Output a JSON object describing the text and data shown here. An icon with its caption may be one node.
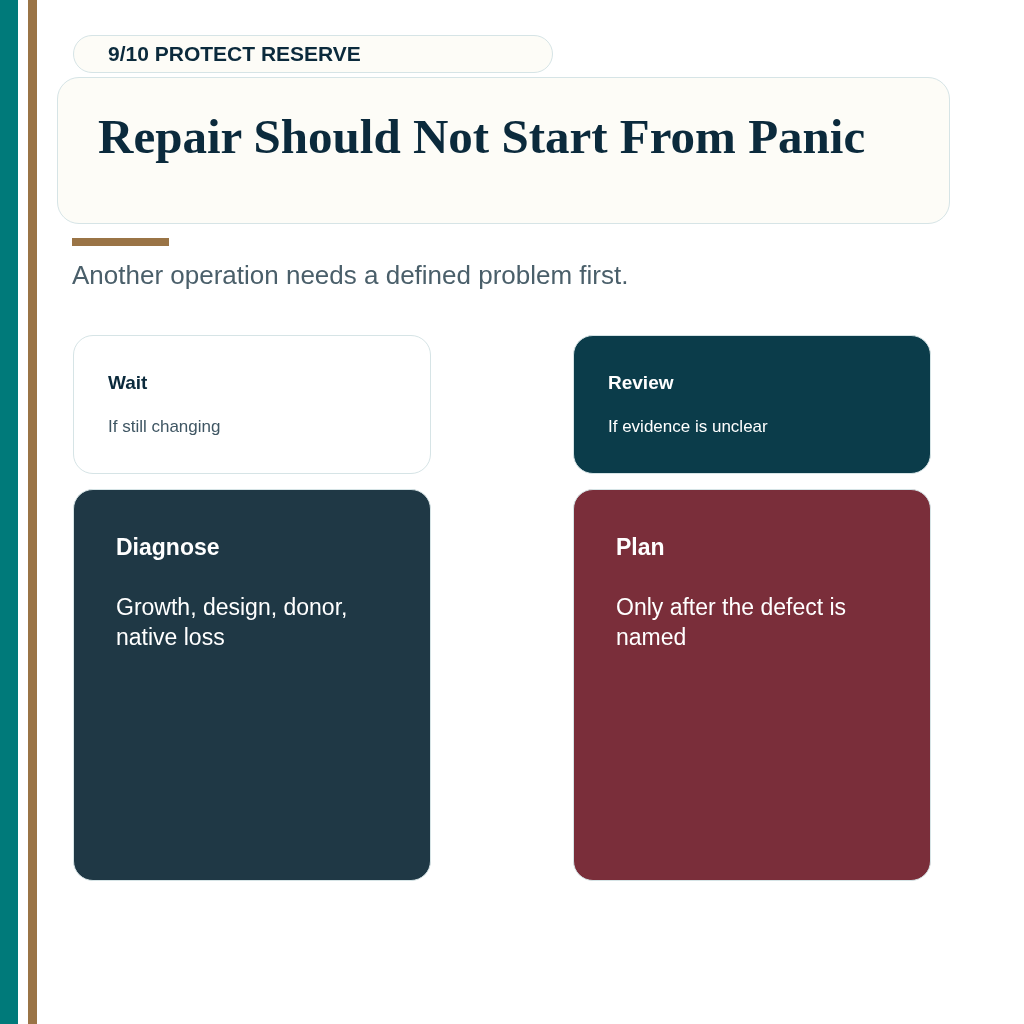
{
  "diagram": {
    "title": "Repair Should Not Start From Panic",
    "nodes": [
      {
        "text": [
          "9/10 PROTECT RESERVE"
        ]
      },
      {
        "text": [
          "Wait",
          "If still changing"
        ]
      },
      {
        "text": [
          "Review",
          "If evidence is unclear"
        ]
      },
      {
        "text": [
          "Diagnose",
          "Growth, design, donor, native loss"
        ]
      },
      {
        "text": [
          "Plan",
          "Only after the defect is named"
        ]
      }
    ],
    "edges": [],
    "labels": [
      "Another operation needs a defined problem first."
    ]
  }
}
